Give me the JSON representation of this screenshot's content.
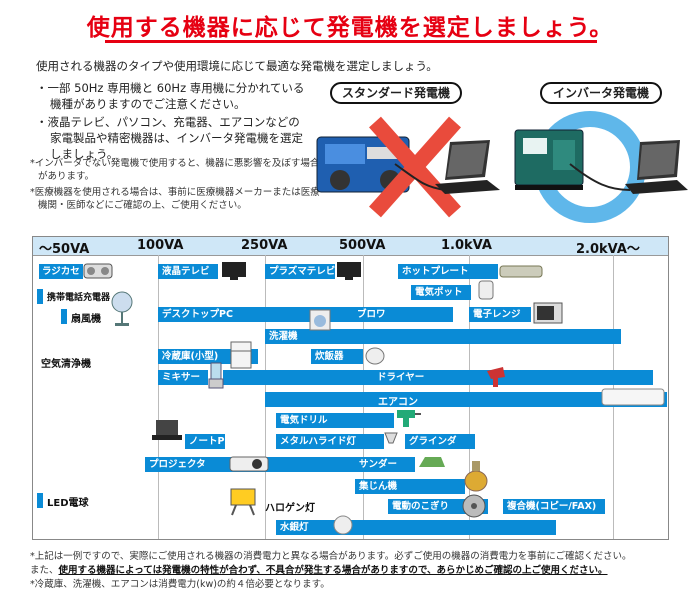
{
  "title": "使用する機器に応じて発電機を選定しましょう。",
  "intro": "使用される機器のタイプや使用環境に応じて最適な発電機を選定しましょう。",
  "bullets": [
    "・一部 50Hz 専用機と 60Hz 専用機に分かれている機種がありますのでご注意ください。",
    "・液晶テレビ、パソコン、充電器、エアコンなどの家電製品や精密機器は、インバータ発電機を選定しましょう。"
  ],
  "notes": [
    "*インバータでない発電機で使用すると、機器に悪影響を及ぼす場合があります。",
    "*医療機器を使用される場合は、事前に医療機器メーカーまたは医療機関・医師などにご確認の上、ご使用ください。"
  ],
  "labels": {
    "standard": "スタンダード発電機",
    "inverter": "インバータ発電機"
  },
  "axis": [
    "〜50VA",
    "100VA",
    "250VA",
    "500VA",
    "1.0kVA",
    "2.0kVA〜"
  ],
  "devices": {
    "radio": "ラジカセ",
    "phone": "携帯電話充電器",
    "fan": "扇風機",
    "air_purifier": "空気清浄機",
    "led": "LED電球",
    "lcd_tv": "液晶テレビ",
    "plasma_tv": "プラズマテレビ",
    "hot_plate": "ホットプレート",
    "pot": "電気ポット",
    "desktop_pc": "デスクトップPC",
    "blower": "ブロワ",
    "microwave": "電子レンジ",
    "washer": "洗濯機",
    "fridge": "冷蔵庫(小型)",
    "rice_cooker": "炊飯器",
    "mixer": "ミキサー",
    "dryer": "ドライヤー",
    "aircon": "エアコン",
    "drill": "電気ドリル",
    "notebook": "ノートPC",
    "metal_halide": "メタルハライド灯",
    "grinder": "グラインダ",
    "projector": "プロジェクタ",
    "sander": "サンダー",
    "vacuum": "集じん機",
    "halogen": "ハロゲン灯",
    "saw": "電動のこぎり",
    "copier": "複合機(コピー/FAX)",
    "mercury": "水銀灯"
  },
  "footer": {
    "line1": "*上記は一例ですので、実際にご使用される機器の消費電力と異なる場合があります。必ずご使用の機器の消費電力を事前にご確認ください。",
    "line2_pre": "また、",
    "line2_bold": "使用する機器によっては発電機の特性が合わず、不具合が発生する場合がありますので、あらかじめご確認の上ご使用ください。",
    "line3": "*冷蔵庫、洗濯機、エアコンは消費電力(kw)の約４倍必要となります。"
  },
  "colors": {
    "accent": "#e60012",
    "bar": "#0a8bd6",
    "band": "#cfe7f7"
  }
}
